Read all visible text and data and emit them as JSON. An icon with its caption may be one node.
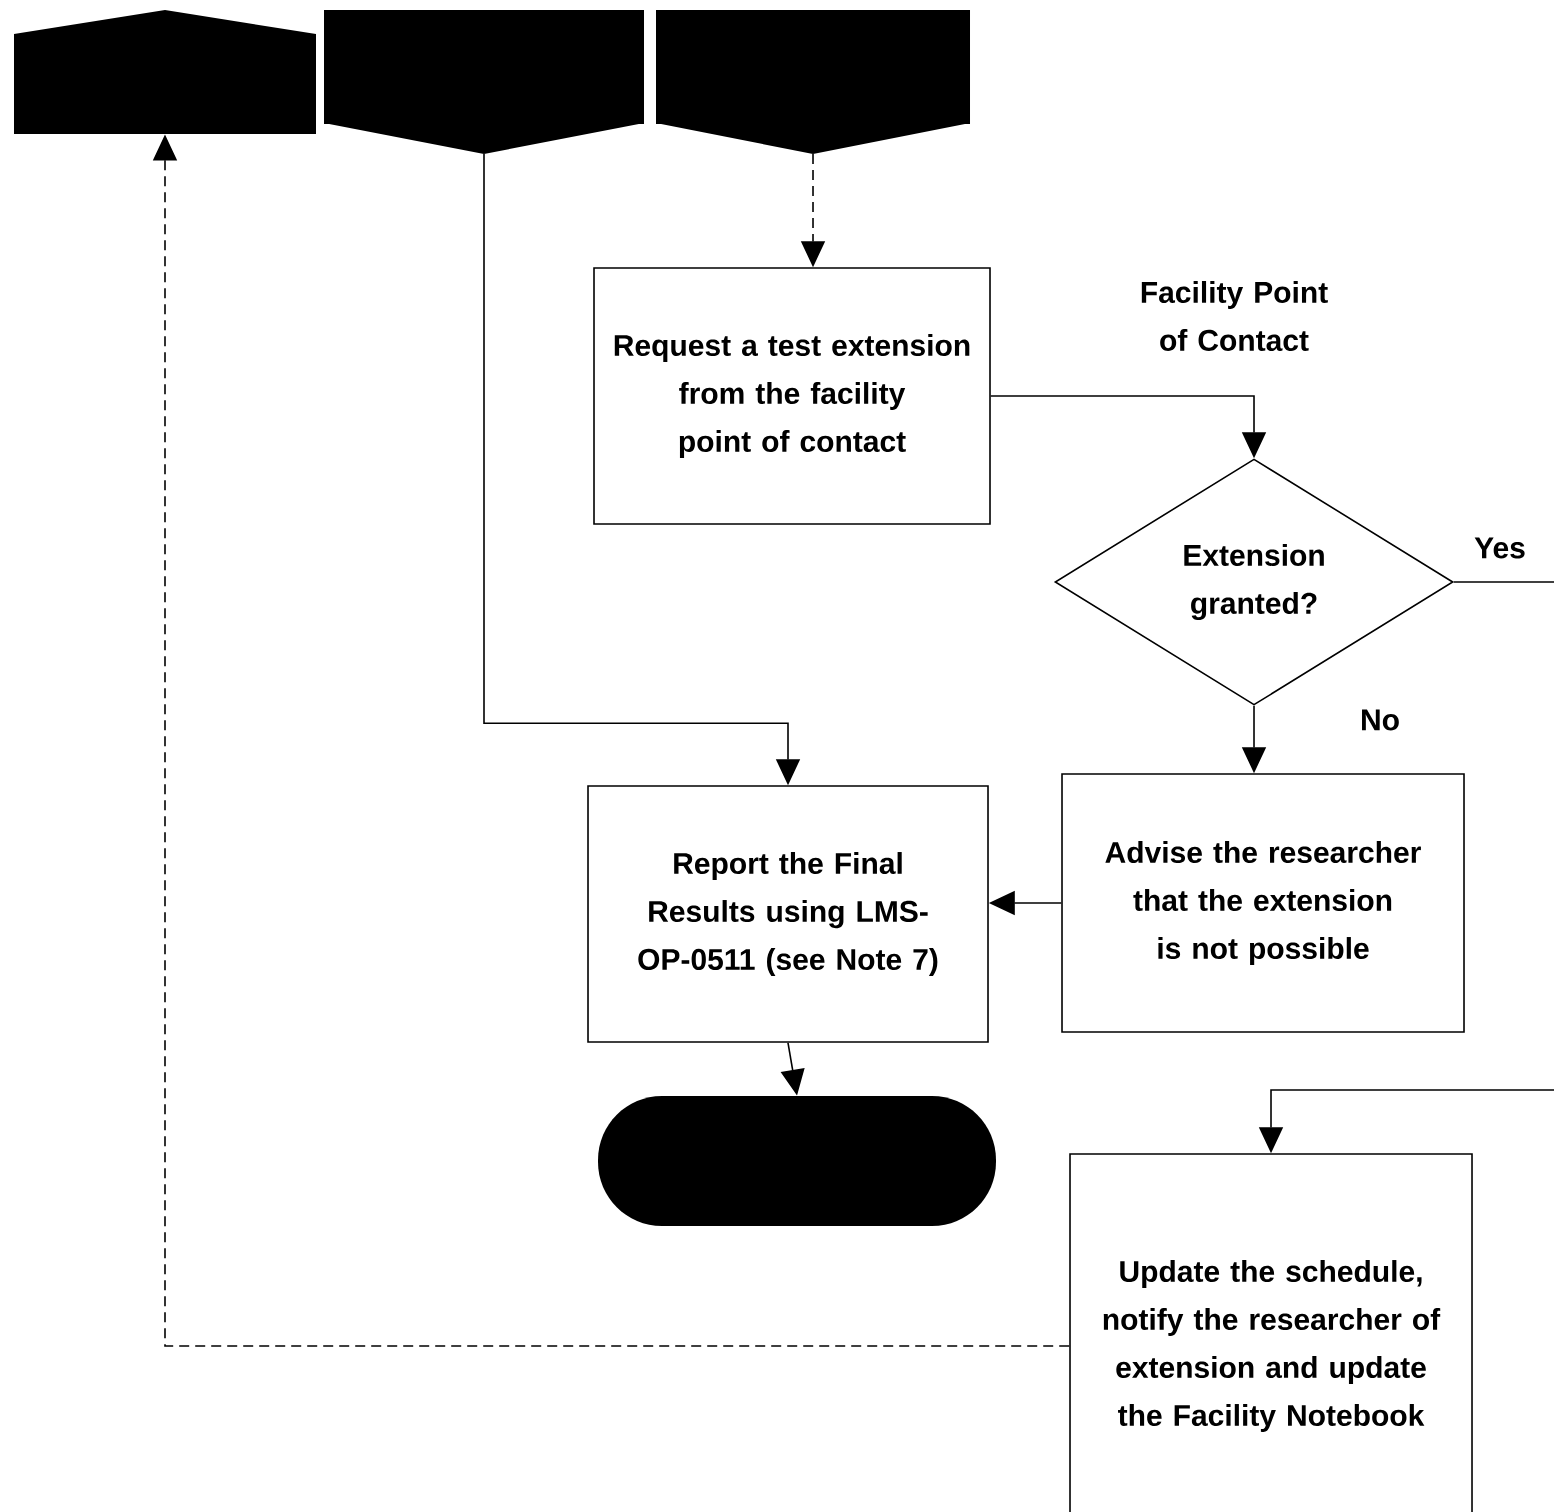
{
  "diagram": {
    "nodes": [
      {
        "text": [],
        "shape": "pentagon"
      },
      {
        "text": [],
        "shape": "pentagon"
      },
      {
        "text": [],
        "shape": "pentagon"
      },
      {
        "text": [
          "Request a test extension from the facility point of contact"
        ]
      },
      {
        "text": [
          "Extension granted?"
        ]
      },
      {
        "text": [
          "Report the Final Results using LMS-OP-0511 (see Note 7)"
        ]
      },
      {
        "text": [
          "Advise the researcher that the extension is not possible"
        ]
      },
      {
        "text": [],
        "shape": "terminator"
      },
      {
        "text": [
          "Update the schedule, notify the researcher of extension and update the Facility Notebook"
        ]
      }
    ],
    "edges": [
      {
        "from": 2,
        "to": 3,
        "arrow": "to",
        "style": "dashed"
      },
      {
        "from": 3,
        "to": 4,
        "arrow": "to"
      },
      {
        "from": 4,
        "to": 6,
        "arrow": "to",
        "label": "No"
      },
      {
        "from": 4,
        "to": null,
        "arrow": "none",
        "label": "Yes"
      },
      {
        "from": null,
        "to": 8,
        "arrow": "to"
      },
      {
        "from": 6,
        "to": 5,
        "arrow": "to"
      },
      {
        "from": 1,
        "to": 5,
        "arrow": "to"
      },
      {
        "from": 5,
        "to": 7,
        "arrow": "to"
      },
      {
        "from": 8,
        "to": 0,
        "arrow": "to",
        "style": "dashed"
      }
    ],
    "labels": [
      "Facility Point of Contact"
    ]
  }
}
